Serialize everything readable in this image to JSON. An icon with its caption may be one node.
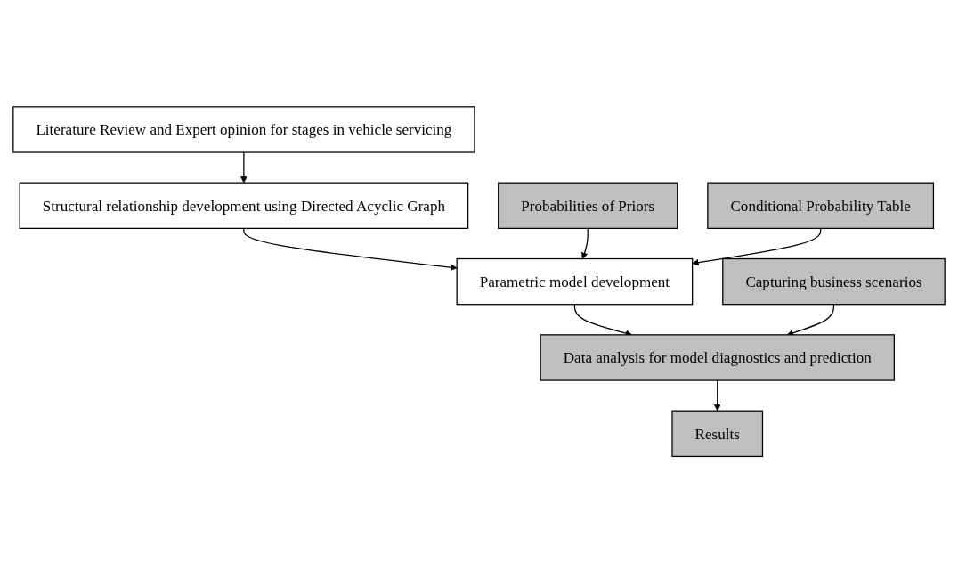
{
  "diagram": {
    "nodes": [
      {
        "text": [
          "Literature Review and Expert opinion for stages in vehicle servicing"
        ]
      },
      {
        "text": [
          "Structural relationship development using Directed Acyclic Graph"
        ]
      },
      {
        "text": [
          "Probabilities of Priors"
        ]
      },
      {
        "text": [
          "Parametric model development"
        ]
      },
      {
        "text": [
          "Conditional Probability Table"
        ]
      },
      {
        "text": [
          "Data analysis for model diagnostics and prediction"
        ]
      },
      {
        "text": [
          "Capturing business scenarios"
        ]
      },
      {
        "text": [
          "Results"
        ]
      }
    ],
    "edges": [
      {
        "from": 0,
        "to": 1,
        "arrow": "to"
      },
      {
        "from": 1,
        "to": 3,
        "arrow": "to"
      },
      {
        "from": 2,
        "to": 3,
        "arrow": "to"
      },
      {
        "from": 4,
        "to": 3,
        "arrow": "to"
      },
      {
        "from": 3,
        "to": 5,
        "arrow": "to"
      },
      {
        "from": 6,
        "to": 5,
        "arrow": "to"
      },
      {
        "from": 5,
        "to": 7,
        "arrow": "to"
      }
    ]
  }
}
